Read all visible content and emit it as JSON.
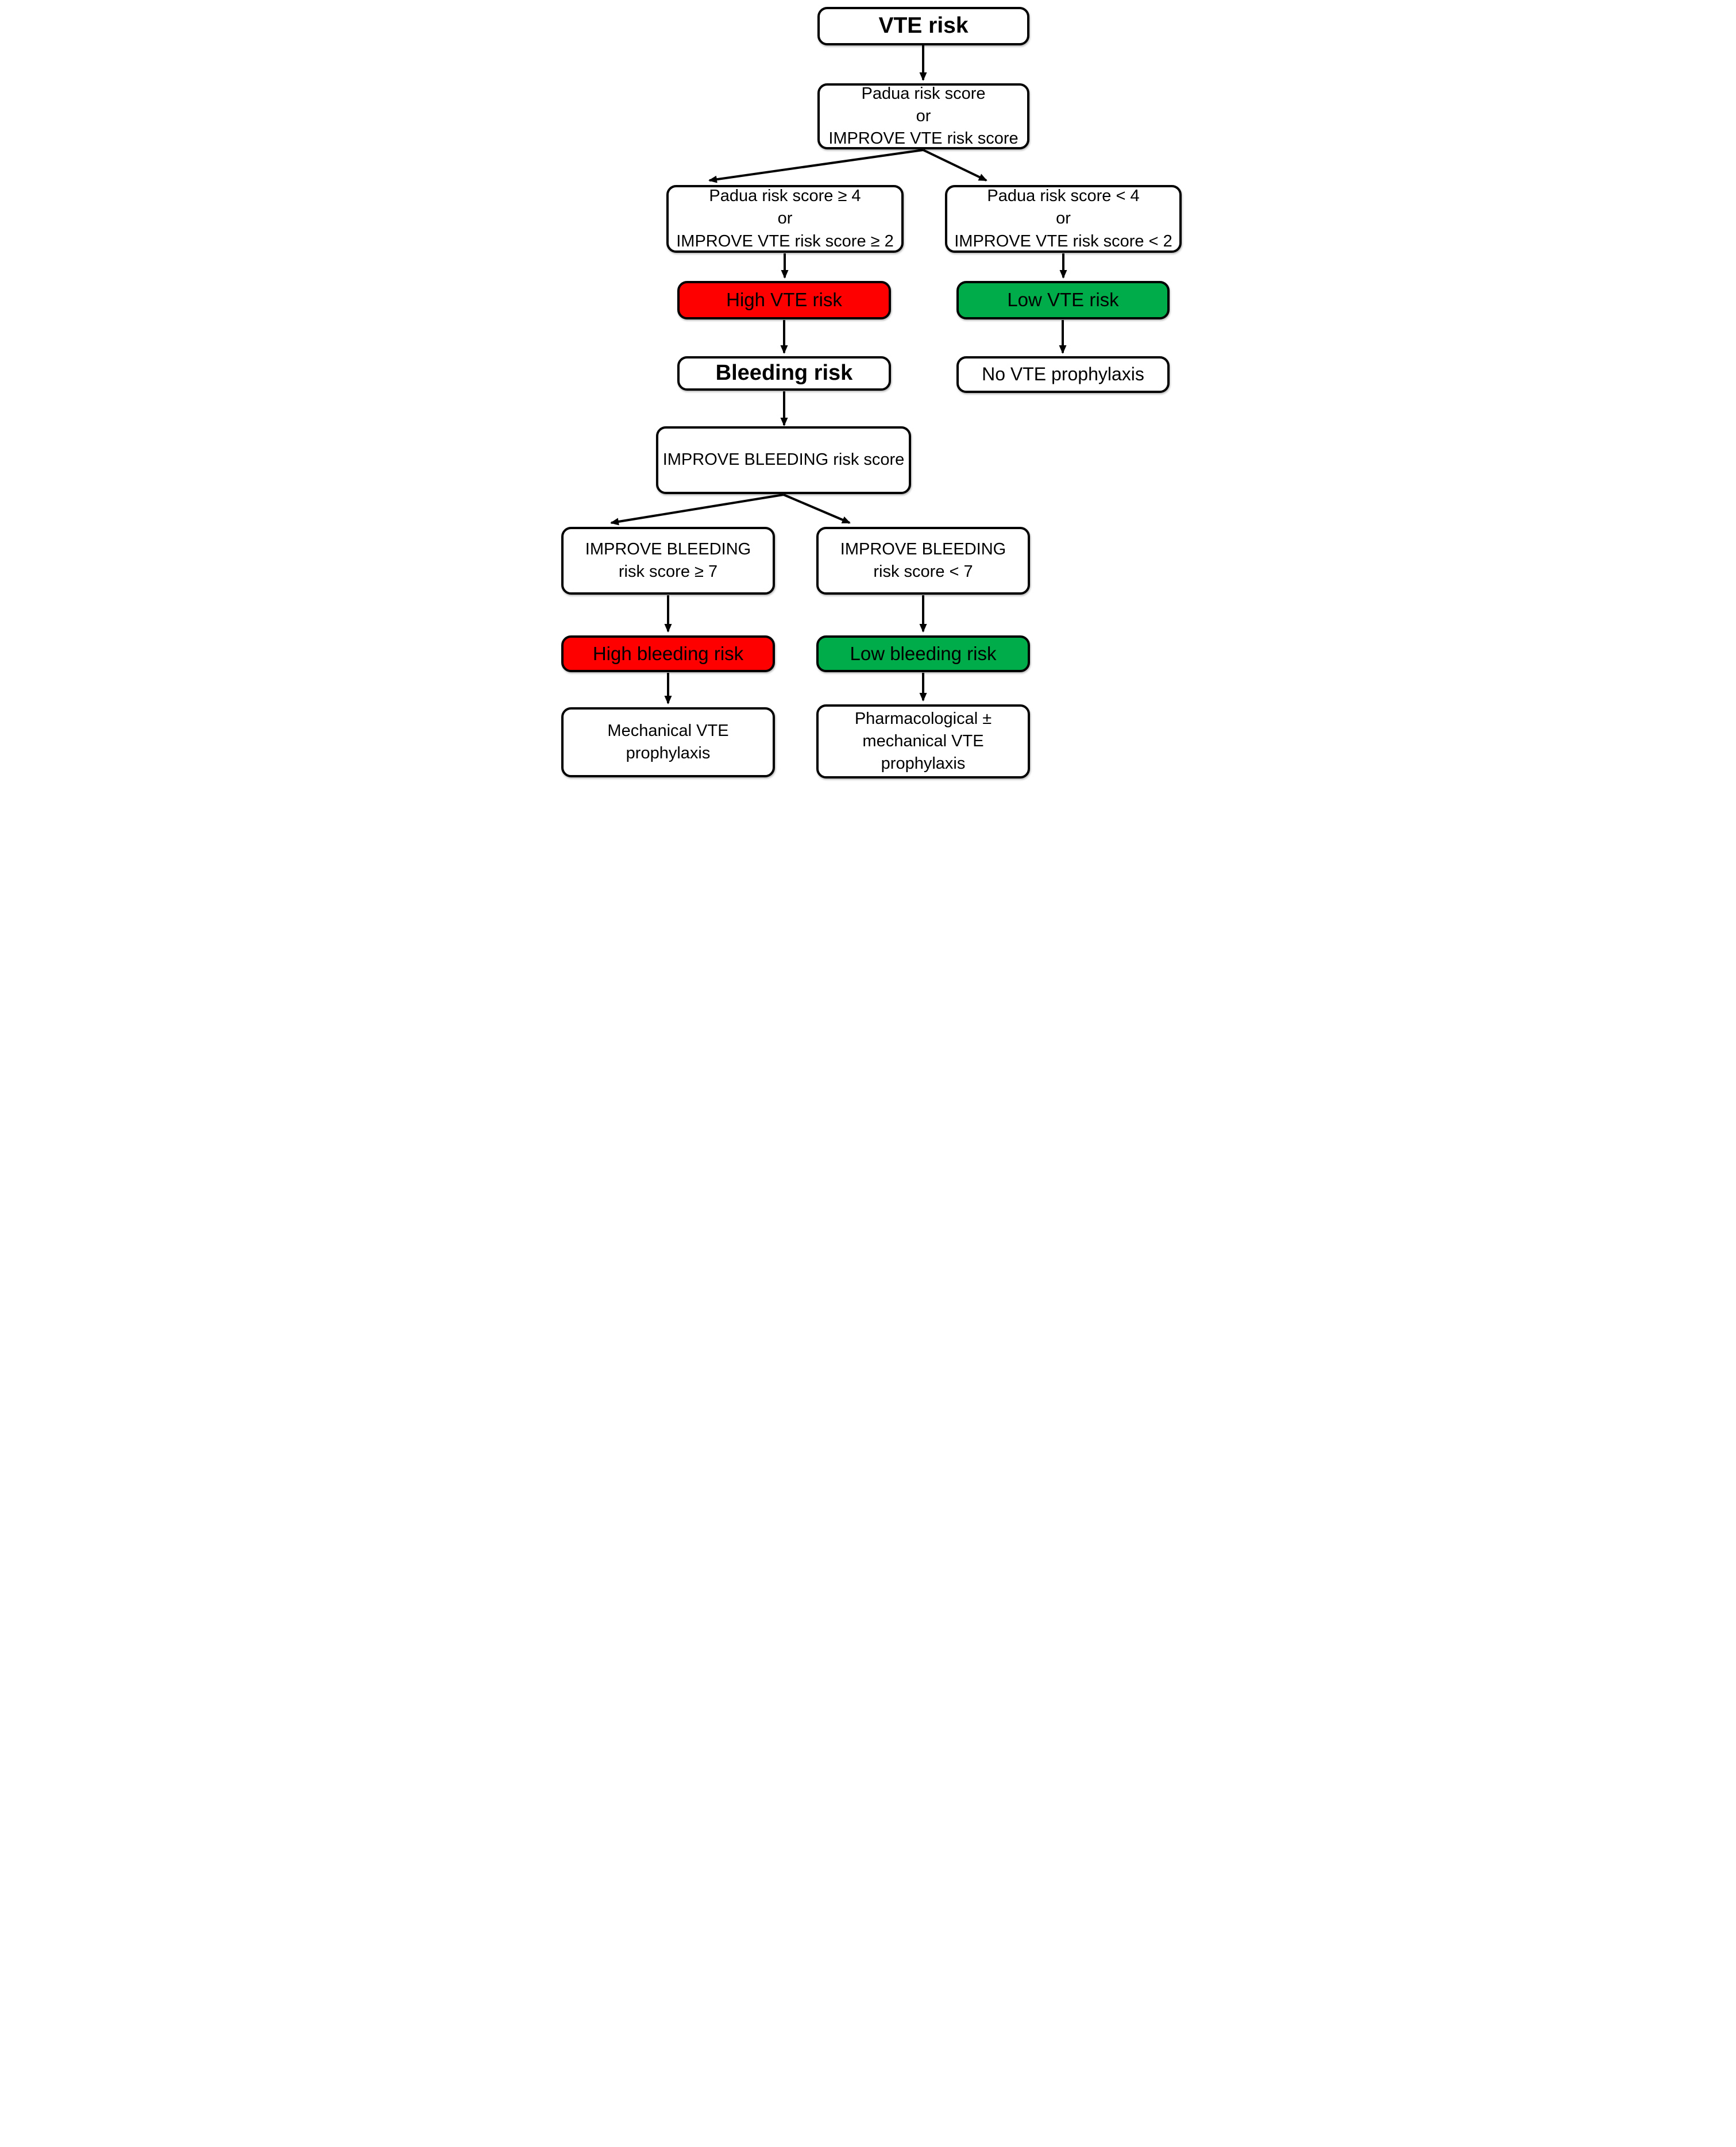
{
  "flowchart": {
    "colors": {
      "high_risk": "#FF0000",
      "low_risk": "#00AC4A",
      "outline": "#000000",
      "box_fill": "#FFFFFF",
      "background": "#FFFFFF"
    },
    "nodes": {
      "vte_risk": {
        "label": "VTE risk"
      },
      "score_select": {
        "line1": "Padua risk score",
        "line2": "or",
        "line3": "IMPROVE VTE risk score"
      },
      "padua_high": {
        "line1": "Padua risk score ≥ 4",
        "line2": "or",
        "line3": "IMPROVE VTE risk score ≥ 2"
      },
      "padua_low": {
        "line1": "Padua risk score < 4",
        "line2": "or",
        "line3": "IMPROVE VTE risk score < 2"
      },
      "high_vte_risk": {
        "label": "High VTE risk"
      },
      "low_vte_risk": {
        "label": "Low VTE risk"
      },
      "bleeding_risk": {
        "label": "Bleeding risk"
      },
      "no_vte_prophylaxis": {
        "label": "No VTE prophylaxis"
      },
      "improve_bleeding_score": {
        "label": "IMPROVE BLEEDING risk score"
      },
      "bleeding_ge7": {
        "line1": "IMPROVE BLEEDING",
        "line2": "risk score ≥ 7"
      },
      "bleeding_lt7": {
        "line1": "IMPROVE BLEEDING",
        "line2": "risk score < 7"
      },
      "high_bleeding_risk": {
        "label": "High bleeding risk"
      },
      "low_bleeding_risk": {
        "label": "Low bleeding risk"
      },
      "mechanical_prophylaxis": {
        "line1": "Mechanical VTE",
        "line2": "prophylaxis"
      },
      "pharmacological_prophylaxis": {
        "line1": "Pharmacological ±",
        "line2": "mechanical VTE",
        "line3": "prophylaxis"
      }
    },
    "edges": [
      {
        "from": "vte_risk",
        "to": "score_select"
      },
      {
        "from": "score_select",
        "to": "padua_high"
      },
      {
        "from": "score_select",
        "to": "padua_low"
      },
      {
        "from": "padua_high",
        "to": "high_vte_risk"
      },
      {
        "from": "padua_low",
        "to": "low_vte_risk"
      },
      {
        "from": "high_vte_risk",
        "to": "bleeding_risk"
      },
      {
        "from": "low_vte_risk",
        "to": "no_vte_prophylaxis"
      },
      {
        "from": "bleeding_risk",
        "to": "improve_bleeding_score"
      },
      {
        "from": "improve_bleeding_score",
        "to": "bleeding_ge7"
      },
      {
        "from": "improve_bleeding_score",
        "to": "bleeding_lt7"
      },
      {
        "from": "bleeding_ge7",
        "to": "high_bleeding_risk"
      },
      {
        "from": "bleeding_lt7",
        "to": "low_bleeding_risk"
      },
      {
        "from": "high_bleeding_risk",
        "to": "mechanical_prophylaxis"
      },
      {
        "from": "low_bleeding_risk",
        "to": "pharmacological_prophylaxis"
      }
    ]
  }
}
